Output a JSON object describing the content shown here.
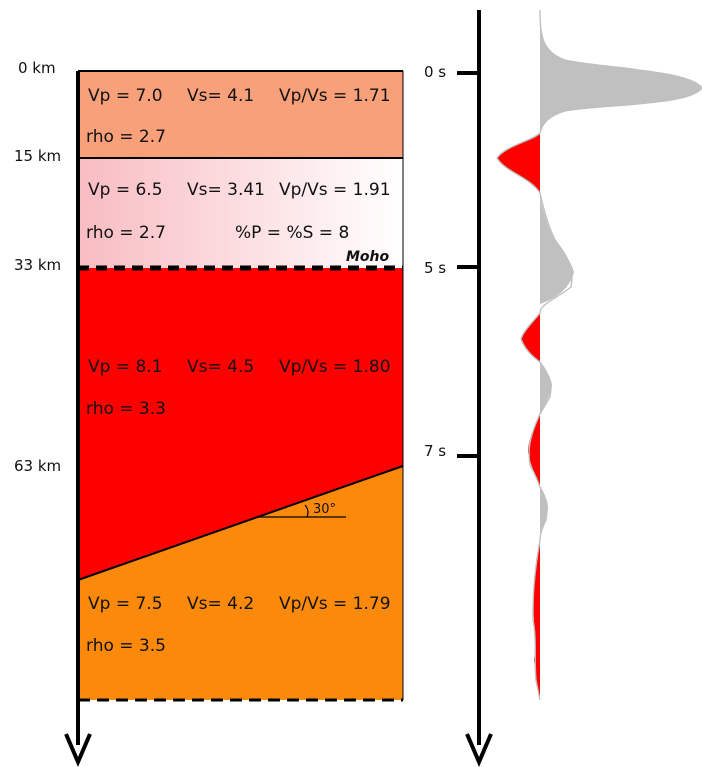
{
  "colors": {
    "layer1": "#f7a079",
    "layer2_left": "#f8bcc2",
    "layer2_right": "#ffffff",
    "layer3": "#ff0000",
    "layer4": "#fb8a0c",
    "trace_positive": "#c0c0c0",
    "trace_negative": "#ff0000",
    "ink": "#000000"
  },
  "depth_axis": {
    "ticks": [
      "0 km",
      "15 km",
      "33 km",
      "63 km"
    ]
  },
  "time_axis": {
    "ticks": [
      "0 s",
      "5 s",
      "7 s"
    ]
  },
  "layers": [
    {
      "vp": "Vp = 7.0",
      "vs": "Vs= 4.1",
      "vpvs": "Vp/Vs = 1.71",
      "rho": "rho = 2.7"
    },
    {
      "vp": "Vp = 6.5",
      "vs": "Vs= 3.41",
      "vpvs": "Vp/Vs = 1.91",
      "rho": "rho = 2.7",
      "extra": "%P = %S = 8"
    },
    {
      "vp": "Vp = 8.1",
      "vs": "Vs= 4.5",
      "vpvs": "Vp/Vs = 1.80",
      "rho": "rho = 3.3"
    },
    {
      "vp": "Vp = 7.5",
      "vs": "Vs= 4.2",
      "vpvs": "Vp/Vs = 1.79",
      "rho": "rho = 3.5"
    }
  ],
  "moho_label": "Moho",
  "dip_angle_label": "30°"
}
